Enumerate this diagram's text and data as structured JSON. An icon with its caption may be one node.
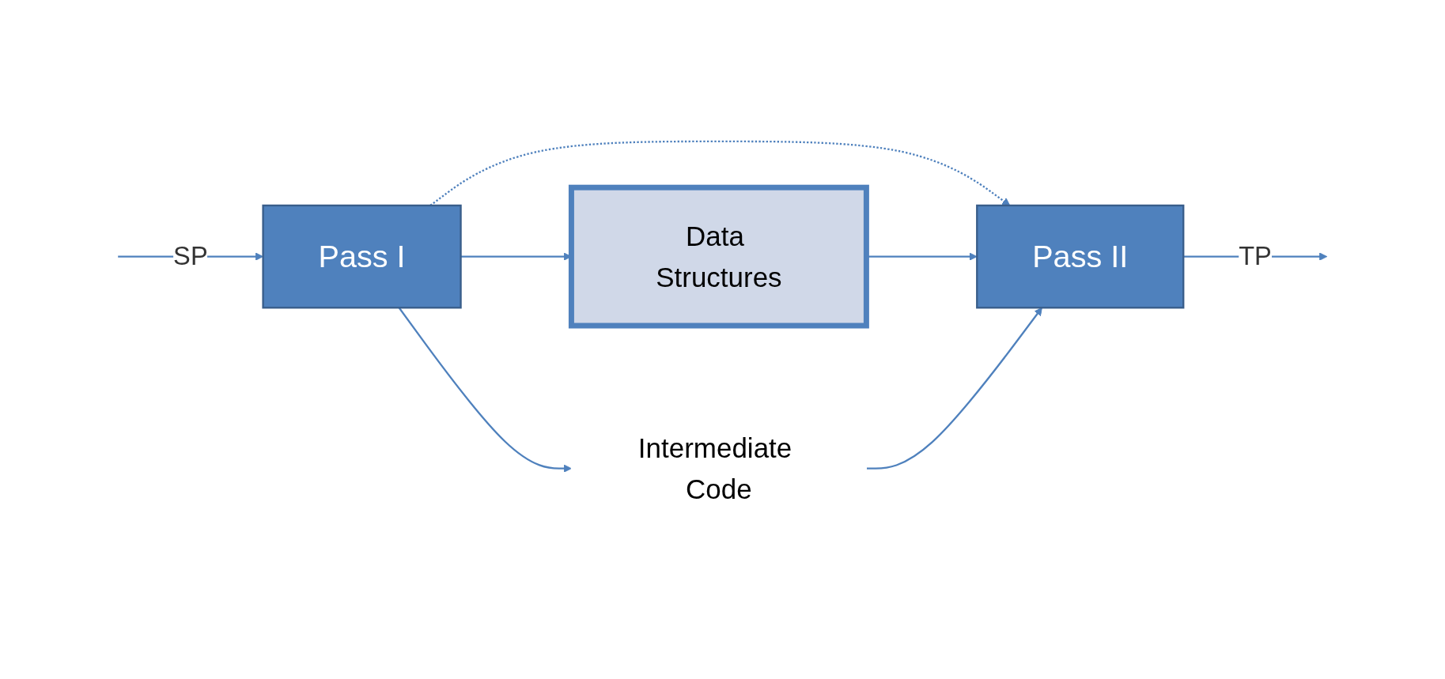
{
  "diagram": {
    "nodes": [
      {
        "text": [
          "Pass I"
        ]
      },
      {
        "text": [
          "Data Structures"
        ]
      },
      {
        "text": [
          "Intermediate Code"
        ]
      },
      {
        "text": [
          "Pass II"
        ]
      }
    ],
    "edges": [
      {
        "from": null,
        "to": 0,
        "arrow": "to",
        "label": "SP"
      },
      {
        "from": 0,
        "to": 1,
        "arrow": "to"
      },
      {
        "from": 0,
        "to": 3,
        "arrow": "to",
        "style": "dashed"
      },
      {
        "from": 0,
        "to": 2,
        "arrow": "to"
      },
      {
        "from": 1,
        "to": 3,
        "arrow": "to"
      },
      {
        "from": 2,
        "to": 3,
        "arrow": "to"
      },
      {
        "from": 3,
        "to": null,
        "arrow": "to",
        "label": "TP"
      }
    ]
  }
}
